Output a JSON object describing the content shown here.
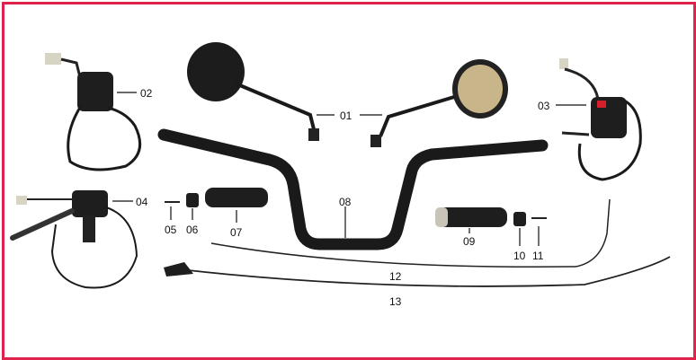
{
  "diagram": {
    "border_color": "#e0234c",
    "parts": [
      {
        "id": "01",
        "label": "01"
      },
      {
        "id": "02",
        "label": "02"
      },
      {
        "id": "03",
        "label": "03"
      },
      {
        "id": "04",
        "label": "04"
      },
      {
        "id": "05",
        "label": "05"
      },
      {
        "id": "06",
        "label": "06"
      },
      {
        "id": "07",
        "label": "07"
      },
      {
        "id": "08",
        "label": "08"
      },
      {
        "id": "09",
        "label": "09"
      },
      {
        "id": "10",
        "label": "10"
      },
      {
        "id": "11",
        "label": "11"
      },
      {
        "id": "12",
        "label": "12"
      },
      {
        "id": "13",
        "label": "13"
      }
    ]
  }
}
